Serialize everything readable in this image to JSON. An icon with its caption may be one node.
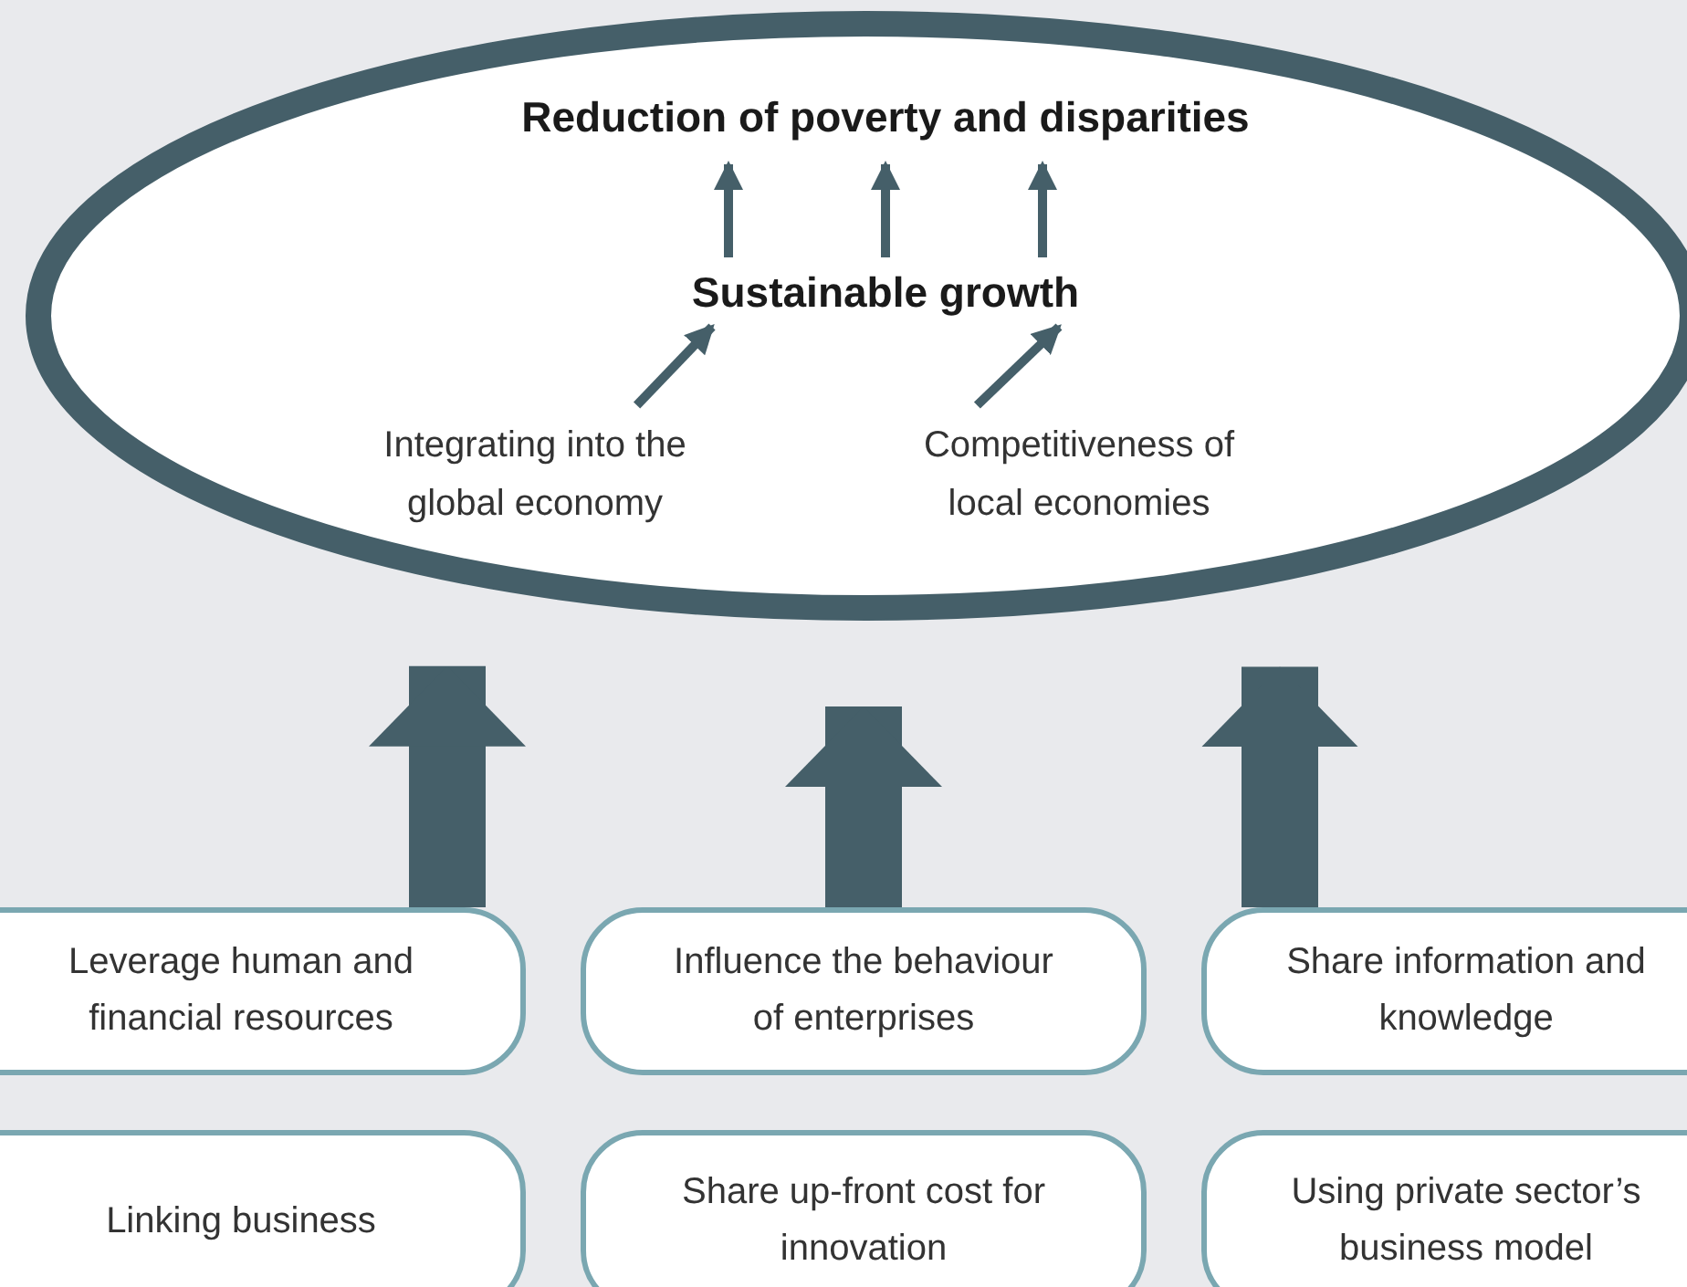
{
  "diagram": {
    "nodes": [
      {
        "text": [],
        "shape": "ellipse"
      },
      {
        "text": [
          "Reduction of poverty and disparities"
        ],
        "in": 0
      },
      {
        "text": [
          "Sustainable growth"
        ],
        "in": 0
      },
      {
        "text": [
          "Integrating into the global economy"
        ],
        "in": 0
      },
      {
        "text": [
          "Competitiveness of local economies"
        ],
        "in": 0
      },
      {
        "text": [
          "Leverage human and financial resources"
        ]
      },
      {
        "text": [
          "Influence the behaviour of enterprises"
        ]
      },
      {
        "text": [
          "Share information and knowledge"
        ]
      },
      {
        "text": [
          "Linking business"
        ]
      },
      {
        "text": [
          "Share up-front cost for innovation"
        ]
      },
      {
        "text": [
          "Using private sector’s business model"
        ]
      }
    ],
    "edges": [
      {
        "from": 2,
        "to": 1,
        "arrow": "to"
      },
      {
        "from": 2,
        "to": 1,
        "arrow": "to"
      },
      {
        "from": 2,
        "to": 1,
        "arrow": "to"
      },
      {
        "from": 3,
        "to": 2,
        "arrow": "to"
      },
      {
        "from": 4,
        "to": 2,
        "arrow": "to"
      },
      {
        "from": 5,
        "to": 0,
        "arrow": "to",
        "style": "thick"
      },
      {
        "from": 6,
        "to": 0,
        "arrow": "to",
        "style": "thick"
      },
      {
        "from": 7,
        "to": 0,
        "arrow": "to",
        "style": "thick"
      }
    ]
  }
}
